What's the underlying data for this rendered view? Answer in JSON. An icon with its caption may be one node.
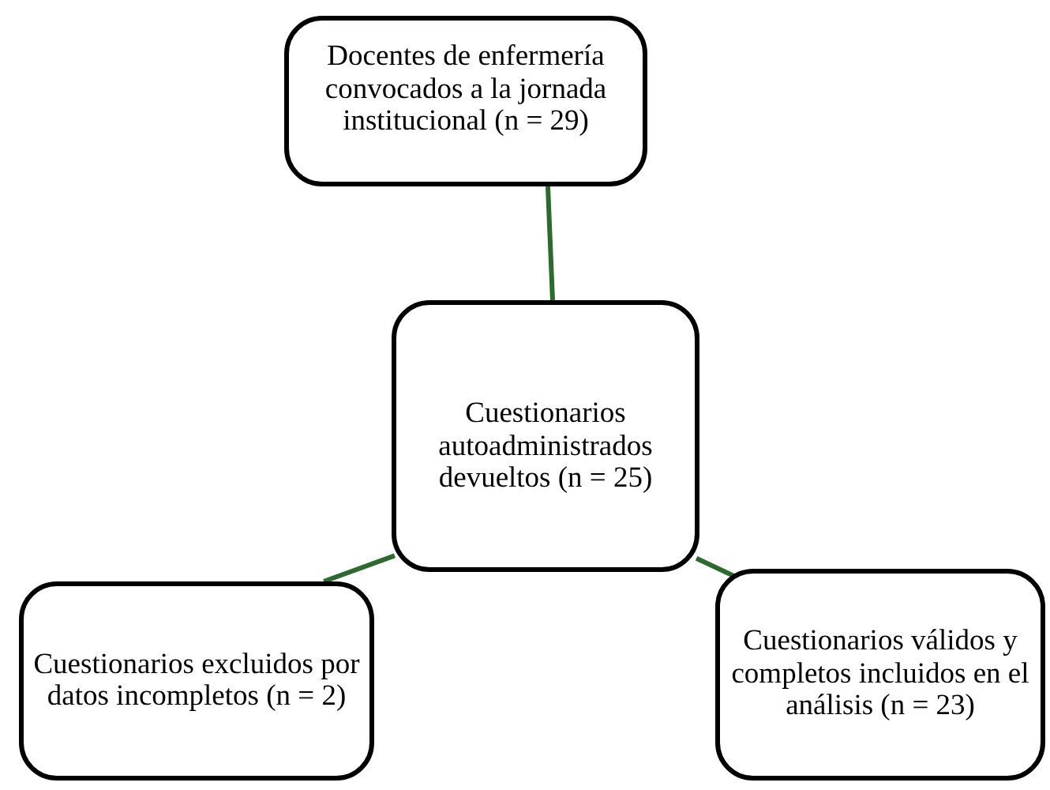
{
  "diagram": {
    "nodes": [
      {
        "text": [
          "Docentes de enfermería convocados a la jornada institucional (n = 29)"
        ]
      },
      {
        "text": [
          "Cuestionarios autoadministrados devueltos (n = 25)"
        ]
      },
      {
        "text": [
          "Cuestionarios excluidos por datos incompletos (n = 2)"
        ]
      },
      {
        "text": [
          "Cuestionarios válidos y completos incluidos en el análisis (n = 23)"
        ]
      }
    ],
    "edges": [
      {
        "from": 0,
        "to": 1,
        "arrow": "none"
      },
      {
        "from": 1,
        "to": 2,
        "arrow": "none"
      },
      {
        "from": 1,
        "to": 3,
        "arrow": "none"
      }
    ]
  }
}
